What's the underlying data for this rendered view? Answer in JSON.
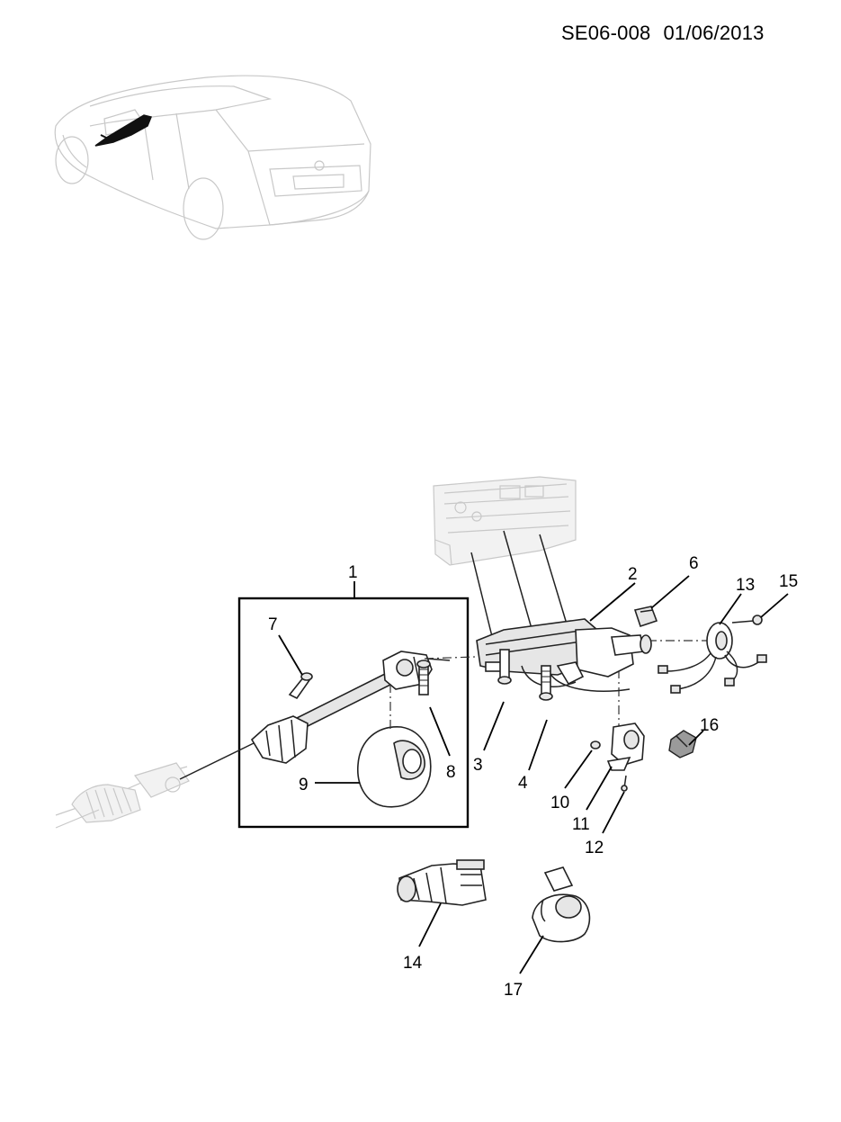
{
  "header": {
    "ref_code": "SE06-008",
    "date": "01/06/2013"
  },
  "callouts": [
    {
      "id": "1",
      "text": "1"
    },
    {
      "id": "2",
      "text": "2"
    },
    {
      "id": "3",
      "text": "3"
    },
    {
      "id": "4",
      "text": "4"
    },
    {
      "id": "6",
      "text": "6"
    },
    {
      "id": "7",
      "text": "7"
    },
    {
      "id": "8",
      "text": "8"
    },
    {
      "id": "9",
      "text": "9"
    },
    {
      "id": "10",
      "text": "10"
    },
    {
      "id": "11",
      "text": "11"
    },
    {
      "id": "12",
      "text": "12"
    },
    {
      "id": "13",
      "text": "13"
    },
    {
      "id": "14",
      "text": "14"
    },
    {
      "id": "15",
      "text": "15"
    },
    {
      "id": "16",
      "text": "16"
    },
    {
      "id": "17",
      "text": "17"
    }
  ]
}
